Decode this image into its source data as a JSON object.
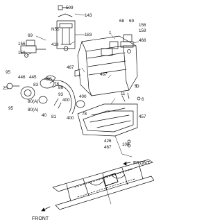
{
  "labels": {
    "l509": "509",
    "l143": "143",
    "lN55": "N55",
    "l183": "183",
    "l418": "418",
    "l69a": "69",
    "l156a": "156",
    "l159a": "159",
    "l1": "1",
    "l68": "68",
    "l69b": "69",
    "l156b": "156",
    "l159b": "159",
    "l468": "468",
    "l95a": "95",
    "l446": "446",
    "l445": "445",
    "l25": "25",
    "l95b": "95",
    "l83": "83",
    "l400a": "400",
    "l78a": "78",
    "l86": "86",
    "l80a": "80(A)",
    "l80b": "80(A)",
    "l93": "93",
    "l40": "40",
    "l81": "81",
    "l400b": "400",
    "l400c": "400",
    "l78b": "78",
    "l400d": "400",
    "l467a": "467",
    "l467b": "467",
    "l11": "11",
    "l5": "5",
    "l6": "6",
    "l457": "457",
    "l108": "108",
    "l426": "426",
    "l467c": "467",
    "front1": "FRONT",
    "front2": "FRONT"
  },
  "colors": {
    "ink": "#111111",
    "paper": "#ffffff"
  }
}
